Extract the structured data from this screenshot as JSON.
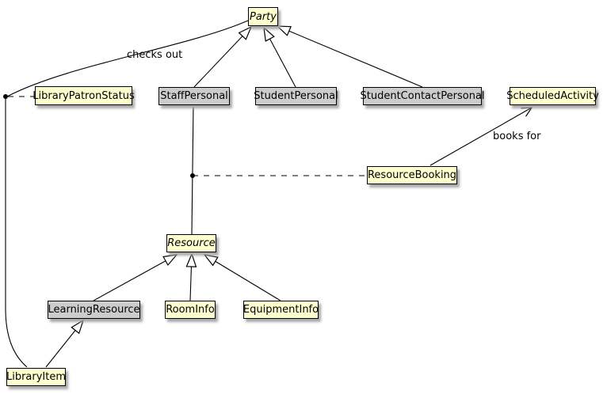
{
  "diagram": {
    "kind": "uml-class-diagram",
    "background_color": "#ffffff",
    "palette": {
      "class_fill": "#fefece",
      "highlight_fill": "#cccccc",
      "border_color": "#000000",
      "line_color": "#000000",
      "text_color": "#000000"
    },
    "nodes": {
      "party": {
        "label": "Party",
        "abstract": true,
        "fill": "#fefece"
      },
      "libraryPatronStatus": {
        "label": "LibraryPatronStatus",
        "abstract": false,
        "fill": "#fefece"
      },
      "staffPersonal": {
        "label": "StaffPersonal",
        "abstract": false,
        "fill": "#cccccc"
      },
      "studentPersonal": {
        "label": "StudentPersonal",
        "abstract": false,
        "fill": "#cccccc"
      },
      "studentContactPersonal": {
        "label": "StudentContactPersonal",
        "abstract": false,
        "fill": "#cccccc"
      },
      "scheduledActivity": {
        "label": "ScheduledActivity",
        "abstract": false,
        "fill": "#fefece"
      },
      "resourceBooking": {
        "label": "ResourceBooking",
        "abstract": false,
        "fill": "#fefece"
      },
      "resource": {
        "label": "Resource",
        "abstract": true,
        "fill": "#fefece"
      },
      "learningResource": {
        "label": "LearningResource",
        "abstract": false,
        "fill": "#cccccc"
      },
      "roomInfo": {
        "label": "RoomInfo",
        "abstract": false,
        "fill": "#fefece"
      },
      "equipmentInfo": {
        "label": "EquipmentInfo",
        "abstract": false,
        "fill": "#fefece"
      },
      "libraryItem": {
        "label": "LibraryItem",
        "abstract": false,
        "fill": "#fefece"
      }
    },
    "edge_labels": {
      "checks_out": {
        "text": "checks out",
        "on": "Party-LibraryItem association"
      },
      "books_for": {
        "text": "books for",
        "on": "ResourceBooking-ScheduledActivity arrow"
      }
    },
    "relationships": [
      {
        "from": "StaffPersonal",
        "to": "Party",
        "type": "generalization"
      },
      {
        "from": "StudentPersonal",
        "to": "Party",
        "type": "generalization"
      },
      {
        "from": "StudentContactPersonal",
        "to": "Party",
        "type": "generalization"
      },
      {
        "from": "Party",
        "to": "LibraryItem",
        "type": "association",
        "label_key": "checks_out",
        "association_class": "LibraryPatronStatus"
      },
      {
        "from": "StaffPersonal",
        "to": "Resource",
        "type": "association",
        "association_class": "ResourceBooking"
      },
      {
        "from": "ResourceBooking",
        "to": "ScheduledActivity",
        "type": "directed-association",
        "label_key": "books_for"
      },
      {
        "from": "LearningResource",
        "to": "Resource",
        "type": "generalization"
      },
      {
        "from": "RoomInfo",
        "to": "Resource",
        "type": "generalization"
      },
      {
        "from": "EquipmentInfo",
        "to": "Resource",
        "type": "generalization"
      },
      {
        "from": "LibraryItem",
        "to": "LearningResource",
        "type": "generalization"
      }
    ]
  }
}
